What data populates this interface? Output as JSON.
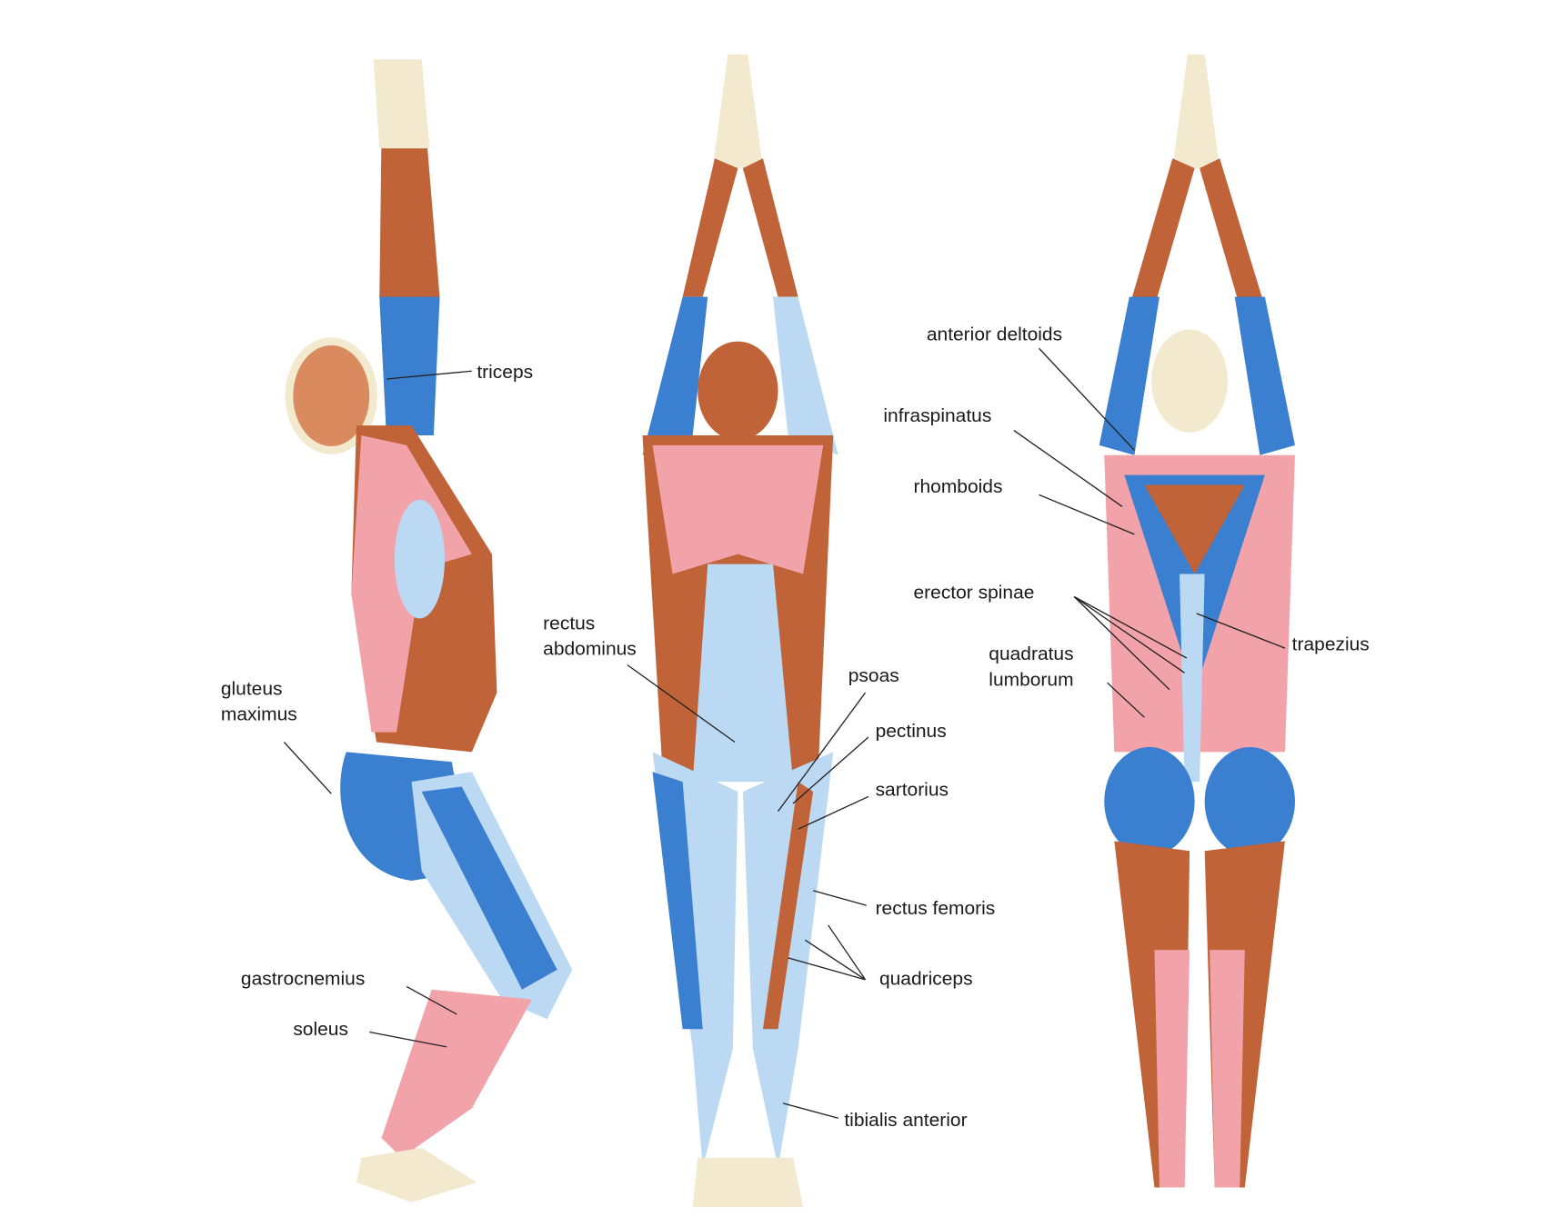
{
  "colors": {
    "stretched_muscle": "#3b7fd0",
    "light_muscle": "#bcd9f3",
    "engaged_muscle": "#f2a3aa",
    "other_muscle": "#c06338",
    "bone": "#f2e9cf"
  },
  "figures": [
    {
      "view": "side",
      "labels": [
        {
          "id": "triceps",
          "lines": [
            "triceps"
          ]
        },
        {
          "id": "gluteus-maximus",
          "lines": [
            "gluteus",
            "maximus"
          ]
        },
        {
          "id": "gastrocnemius",
          "lines": [
            "gastrocnemius"
          ]
        },
        {
          "id": "soleus",
          "lines": [
            "soleus"
          ]
        }
      ]
    },
    {
      "view": "front",
      "labels": [
        {
          "id": "rectus-abdominus",
          "lines": [
            "rectus",
            "abdominus"
          ]
        },
        {
          "id": "psoas",
          "lines": [
            "psoas"
          ]
        },
        {
          "id": "pectinus",
          "lines": [
            "pectinus"
          ]
        },
        {
          "id": "sartorius",
          "lines": [
            "sartorius"
          ]
        },
        {
          "id": "rectus-femoris",
          "lines": [
            "rectus femoris"
          ]
        },
        {
          "id": "quadriceps",
          "lines": [
            "quadriceps"
          ]
        },
        {
          "id": "tibialis-anterior",
          "lines": [
            "tibialis anterior"
          ]
        }
      ]
    },
    {
      "view": "back",
      "labels": [
        {
          "id": "anterior-deltoids",
          "lines": [
            "anterior deltoids"
          ]
        },
        {
          "id": "infraspinatus",
          "lines": [
            "infraspinatus"
          ]
        },
        {
          "id": "rhomboids",
          "lines": [
            "rhomboids"
          ]
        },
        {
          "id": "erector-spinae",
          "lines": [
            "erector spinae"
          ]
        },
        {
          "id": "trapezius",
          "lines": [
            "trapezius"
          ]
        },
        {
          "id": "quadratus-lumborum",
          "lines": [
            "quadratus",
            "lumborum"
          ]
        }
      ]
    }
  ]
}
